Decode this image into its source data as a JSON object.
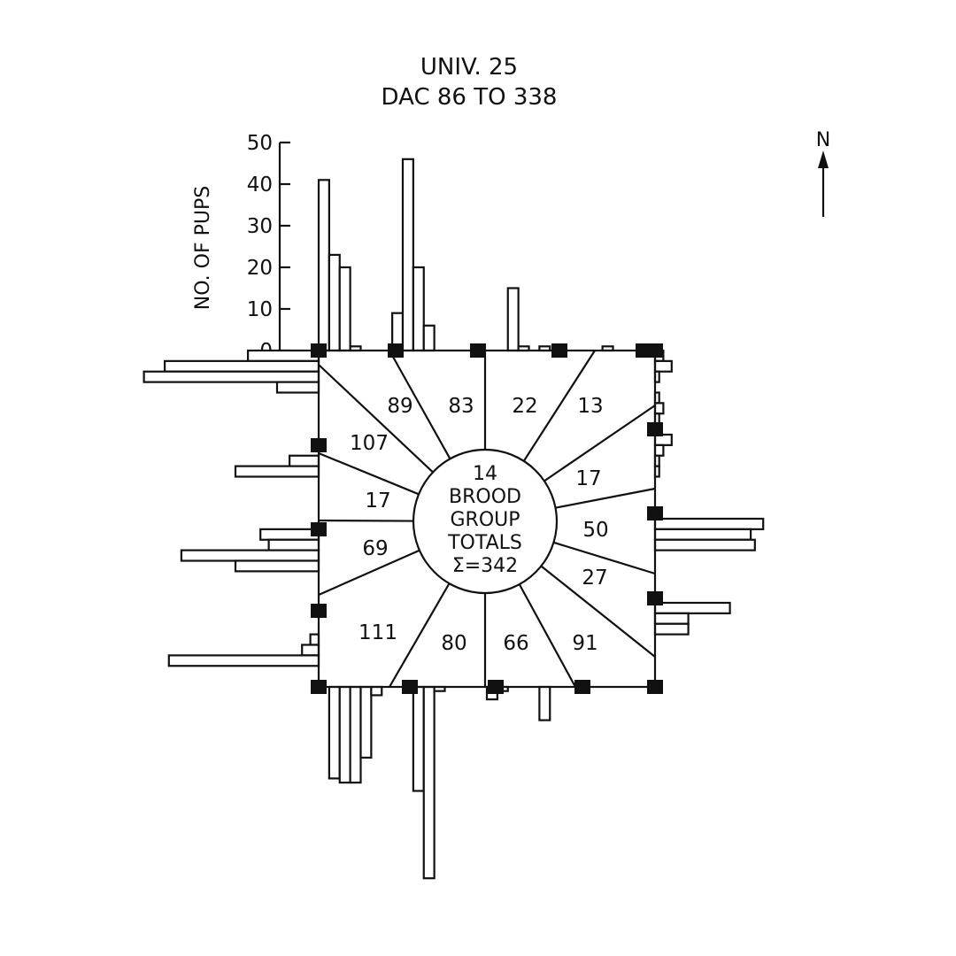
{
  "chart_data": {
    "type": "bar",
    "title": "UNIV. 25",
    "subtitle": "DAC 86 TO 338",
    "ylabel": "NO. OF PUPS",
    "yticks": [
      "0",
      "10",
      "20",
      "30",
      "40",
      "50"
    ],
    "ylim": [
      0,
      50
    ],
    "north_label": "N",
    "center": {
      "count": "14",
      "lines": [
        "BROOD",
        "GROUP",
        "TOTALS",
        "Σ=342"
      ]
    },
    "sector_totals": [
      {
        "sector": "north-1",
        "value": "89"
      },
      {
        "sector": "north-2",
        "value": "83"
      },
      {
        "sector": "north-3",
        "value": "22"
      },
      {
        "sector": "north-4",
        "value": "13"
      },
      {
        "sector": "east-1",
        "value": "17"
      },
      {
        "sector": "east-2",
        "value": "50"
      },
      {
        "sector": "east-3",
        "value": "27"
      },
      {
        "sector": "south-1",
        "value": "91"
      },
      {
        "sector": "south-2",
        "value": "66"
      },
      {
        "sector": "south-3",
        "value": "80"
      },
      {
        "sector": "south-4",
        "value": "111"
      },
      {
        "sector": "west-1",
        "value": "69"
      },
      {
        "sector": "west-2",
        "value": "17"
      },
      {
        "sector": "west-3",
        "value": "107"
      }
    ],
    "series": [
      {
        "side": "north",
        "values": [
          41,
          23,
          20,
          1,
          0,
          0,
          0,
          9,
          46,
          20,
          6,
          0,
          0,
          0,
          0,
          0,
          0,
          0,
          15,
          1,
          0,
          1,
          0,
          0,
          0,
          0,
          0,
          1,
          0,
          0,
          0,
          0
        ]
      },
      {
        "side": "east",
        "values": [
          2,
          4,
          1,
          0,
          1,
          2,
          1,
          0,
          4,
          2,
          1,
          1,
          0,
          0,
          0,
          0,
          26,
          23,
          24,
          0,
          0,
          0,
          0,
          0,
          18,
          8,
          8,
          0,
          0,
          0,
          0,
          0
        ]
      },
      {
        "side": "south",
        "values": [
          0,
          22,
          23,
          23,
          17,
          2,
          0,
          0,
          0,
          25,
          46,
          1,
          0,
          0,
          0,
          0,
          3,
          1,
          0,
          0,
          0,
          8,
          0,
          0,
          0,
          0,
          0,
          0,
          0,
          0,
          0,
          0
        ]
      },
      {
        "side": "west",
        "values": [
          17,
          37,
          42,
          10,
          0,
          0,
          0,
          0,
          0,
          0,
          7,
          20,
          0,
          0,
          0,
          0,
          0,
          14,
          12,
          33,
          20,
          0,
          0,
          0,
          0,
          0,
          0,
          2,
          4,
          36,
          0,
          0
        ]
      }
    ]
  }
}
